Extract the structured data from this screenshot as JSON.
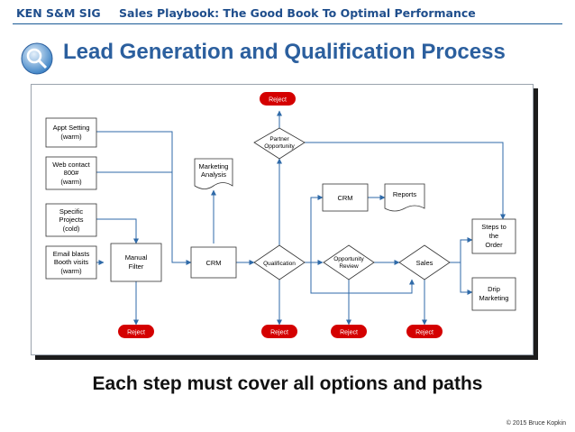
{
  "header": {
    "org": "KEN S&M SIG",
    "subtitle": "Sales Playbook: The Good Book To Optimal Performance"
  },
  "title": "Lead Generation and Qualification Process",
  "colors": {
    "accent": "#2b5f9e",
    "reject": "#d40000",
    "line": "#2f6aa8"
  },
  "diagram": {
    "sources": {
      "appt": [
        "Appt Setting",
        "(warm)"
      ],
      "web": [
        "Web contact",
        "800#",
        "(warm)"
      ],
      "specific": [
        "Specific",
        "Projects",
        "(cold)"
      ],
      "email": [
        "Email blasts",
        "Booth visits",
        "(warm)"
      ]
    },
    "manual_filter": [
      "Manual",
      "Filter"
    ],
    "crm_main": "CRM",
    "marketing_analysis": [
      "Marketing",
      "Analysis"
    ],
    "qualification": "Qualification",
    "partner_opportunity": [
      "Partner",
      "Opportunity"
    ],
    "crm_upper": "CRM",
    "reports": "Reports",
    "opportunity_review": [
      "Opportunity",
      "Review"
    ],
    "sales": "Sales",
    "steps_to_order": [
      "Steps to",
      "the",
      "Order"
    ],
    "drip_marketing": [
      "Drip",
      "Marketing"
    ],
    "reject_label": "Reject"
  },
  "footer_note": "Each step must cover all options and paths",
  "copyright": "© 2015 Bruce Kopkin"
}
